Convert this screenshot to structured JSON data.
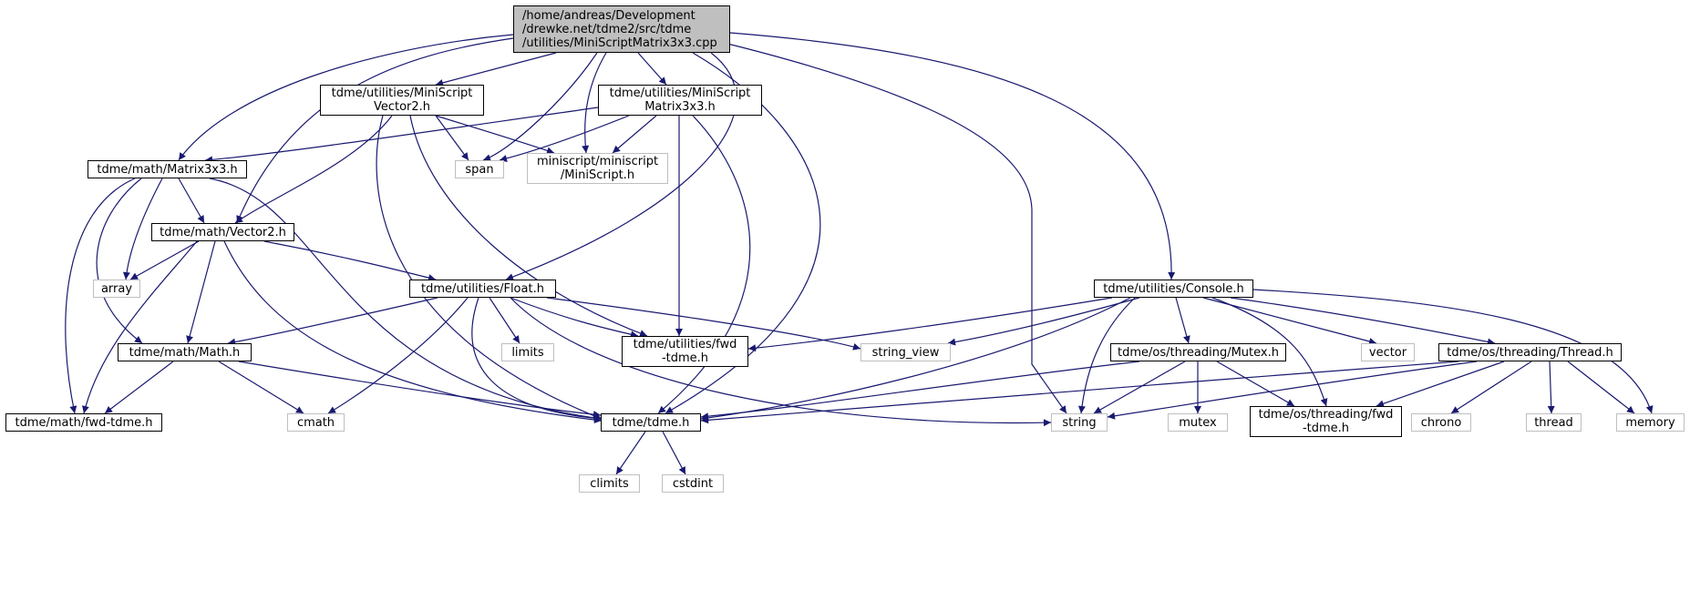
{
  "diagram": {
    "type": "include dependency graph",
    "edge_color": "#191970",
    "root_fill": "#bfbfbf",
    "system_border": "#bfbfbf",
    "nodes": {
      "root": {
        "lines": [
          "/home/andreas/Development",
          "/drewke.net/tdme2/src/tdme",
          "/utilities/MiniScriptMatrix3x3.cpp"
        ]
      },
      "vector2_h": {
        "lines": [
          "tdme/utilities/MiniScript",
          "Vector2.h"
        ]
      },
      "matrix3x3_ms_h": {
        "lines": [
          "tdme/utilities/MiniScript",
          "Matrix3x3.h"
        ]
      },
      "matrix3x3_h": {
        "lines": [
          "tdme/math/Matrix3x3.h"
        ]
      },
      "span": {
        "lines": [
          "span"
        ]
      },
      "miniscript_h": {
        "lines": [
          "miniscript/miniscript",
          "/MiniScript.h"
        ]
      },
      "math_vector2_h": {
        "lines": [
          "tdme/math/Vector2.h"
        ]
      },
      "array": {
        "lines": [
          "array"
        ]
      },
      "float_h": {
        "lines": [
          "tdme/utilities/Float.h"
        ]
      },
      "console_h": {
        "lines": [
          "tdme/utilities/Console.h"
        ]
      },
      "math_h": {
        "lines": [
          "tdme/math/Math.h"
        ]
      },
      "limits": {
        "lines": [
          "limits"
        ]
      },
      "fwd_utilities": {
        "lines": [
          "tdme/utilities/fwd",
          "-tdme.h"
        ]
      },
      "string_view": {
        "lines": [
          "string_view"
        ]
      },
      "mutex_h": {
        "lines": [
          "tdme/os/threading/Mutex.h"
        ]
      },
      "vector": {
        "lines": [
          "vector"
        ]
      },
      "thread_h": {
        "lines": [
          "tdme/os/threading/Thread.h"
        ]
      },
      "fwd_math": {
        "lines": [
          "tdme/math/fwd-tdme.h"
        ]
      },
      "cmath": {
        "lines": [
          "cmath"
        ]
      },
      "tdme_h": {
        "lines": [
          "tdme/tdme.h"
        ]
      },
      "string": {
        "lines": [
          "string"
        ]
      },
      "mutex": {
        "lines": [
          "mutex"
        ]
      },
      "fwd_threading": {
        "lines": [
          "tdme/os/threading/fwd",
          "-tdme.h"
        ]
      },
      "chrono": {
        "lines": [
          "chrono"
        ]
      },
      "thread": {
        "lines": [
          "thread"
        ]
      },
      "memory": {
        "lines": [
          "memory"
        ]
      },
      "climits": {
        "lines": [
          "climits"
        ]
      },
      "cstdint": {
        "lines": [
          "cstdint"
        ]
      }
    }
  }
}
